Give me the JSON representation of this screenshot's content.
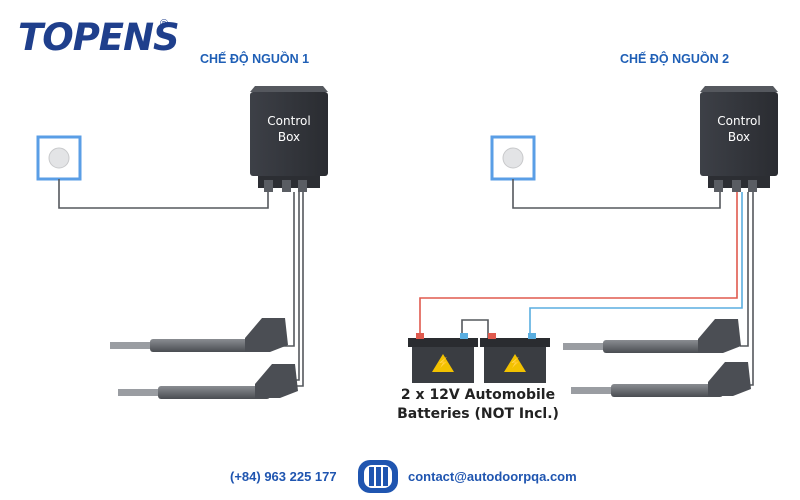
{
  "logo": {
    "text": "TOPENS",
    "registered": "®"
  },
  "modes": [
    {
      "title": "CHẾ ĐỘ NGUỒN 1",
      "control_box": [
        "Control",
        "Box"
      ]
    },
    {
      "title": "CHẾ ĐỘ NGUỒN 2",
      "control_box": [
        "Control",
        "Box"
      ]
    }
  ],
  "batteries": {
    "line1": "2 x 12V Automobile",
    "line2": "Batteries (NOT Incl.)",
    "warning_symbol": "⚡"
  },
  "footer": {
    "phone": "(+84) 963 225 177",
    "email": "contact@autodoorpqa.com"
  },
  "colors": {
    "brand": "#1f3f8c",
    "title": "#1f5fb6",
    "wire_pos": "#e05a4e",
    "wire_neg": "#5aaee0"
  }
}
